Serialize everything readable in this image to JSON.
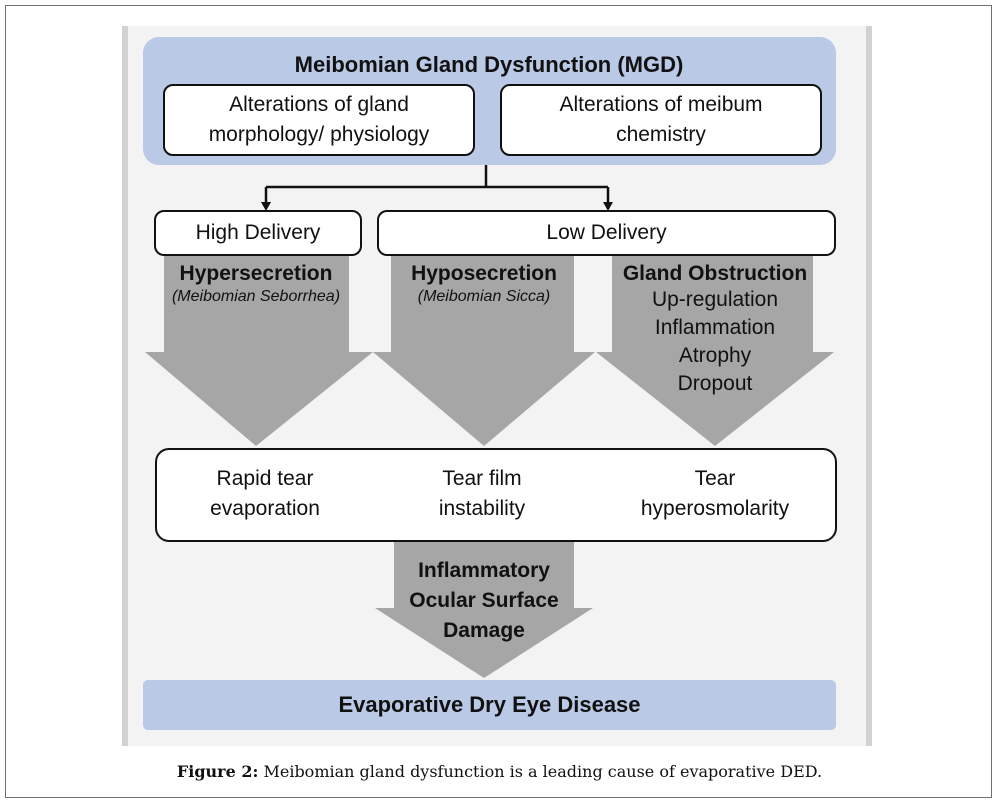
{
  "mgd": {
    "title": "Meibomian Gland Dysfunction (MGD)",
    "left_box": [
      "Alterations of gland",
      "morphology/ physiology"
    ],
    "right_box": [
      "Alterations of meibum",
      "chemistry"
    ]
  },
  "delivery": {
    "high": "High Delivery",
    "low": "Low Delivery"
  },
  "arrows": {
    "hypersecretion": {
      "heading": "Hypersecretion",
      "sub": "(Meibomian Seborrhea)"
    },
    "hyposecretion": {
      "heading": "Hyposecretion",
      "sub": "(Meibomian Sicca)"
    },
    "obstruction": {
      "heading": "Gland Obstruction",
      "lines": [
        "Up-regulation",
        "Inflammation",
        "Atrophy",
        "Dropout"
      ]
    }
  },
  "effects": {
    "evaporation": [
      "Rapid tear",
      "evaporation"
    ],
    "instability": [
      "Tear film",
      "instability"
    ],
    "hyperosmolarity": [
      "Tear",
      "hyperosmolarity"
    ]
  },
  "damage": [
    "Inflammatory",
    "Ocular Surface",
    "Damage"
  ],
  "disease": "Evaporative Dry Eye Disease",
  "caption": {
    "label": "Figure 2:",
    "text": "Meibomian gland dysfunction is a leading cause of evaporative DED."
  },
  "colors": {
    "header_blue": "#b9c9e6",
    "arrow_gray": "#a6a6a6",
    "panel_gray": "#f3f3f3"
  }
}
